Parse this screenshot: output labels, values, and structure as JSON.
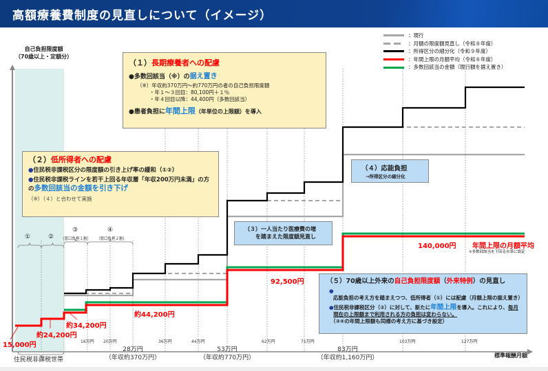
{
  "title": "高額療養費制度の見直しについて（イメージ）",
  "legend": [
    {
      "label": "：現行",
      "color": "#a6a6a6",
      "style": "solid"
    },
    {
      "label": "：月額の限度額見直し（令和８年度）",
      "color": "#a6a6a6",
      "style": "dashed"
    },
    {
      "label": "：所得区分の細分化（令和９年度）",
      "color": "#000000",
      "style": "solid"
    },
    {
      "label": "：年間上限の月額平均（令和８年度）",
      "color": "#ff0000",
      "style": "solid"
    },
    {
      "label": "：多数回該当の金額（現行額を据え置き）",
      "color": "#00a550",
      "style": "solid"
    }
  ],
  "y_axis_label": [
    "自己負担限度額",
    "（70歳以上・定額分）"
  ],
  "x_axis_label": "標準報酬月額",
  "box1": {
    "heading_num": "（１）",
    "heading": "長期療養者への配慮",
    "b1_pre": "●多数回該当（※）の",
    "b1_em": "据え置き",
    "note1": "（※）年収約370万円～約770万円の者の自己負担限度額",
    "note2": "・年１～３回目：80,100円＋１％",
    "note3": "・年４回目以降：44,400円（多数回該当）",
    "b2_pre": "●患者負担に",
    "b2_em": "年間上限",
    "b2_post": "（年単位の上限額）を導入"
  },
  "box2": {
    "heading_num": "（２）",
    "heading": "低所得者への配慮",
    "b1": "住民税非課税区分の限度額の引き上げ率の緩和（①②）",
    "b2_pre": "住民税非課税ラインを若干上回る年収層「年収200万円未満」の方の",
    "b2_em": "多数回該当の金額を引き下げ",
    "note": "（※）（４）と合わせて実施"
  },
  "box3": {
    "line1": "（３）一人当たり医療費の増",
    "line2": "を踏まえた限度額見直し"
  },
  "box4": {
    "heading": "（４）応能負担",
    "sub": "→所得区分の細分化"
  },
  "box5": {
    "h_pre": "（５）70歳以上外来の",
    "h_em1": "自己負担限度額",
    "h_mid": "（",
    "h_em2": "外来特例",
    "h_post": "）の見直し",
    "b1": "応能負担の考え方を踏まえつつ、低所得者（①）には配慮（月額上限の据え置き）",
    "b2_pre": "住民税非課税区分（②）に対して、新たに",
    "b2_em": "年間上限",
    "b2_mid": "を導入。これにより、",
    "b2_ul": "毎月現在の上限額まで利用される方の負担は変わらない。",
    "b2_note": "（③④の年間上限額も同様の考え方に基づき設定）"
  },
  "brackets": {
    "c1": "①",
    "c2": "②",
    "c3": "③",
    "c3_sub": "（窓口負担１割）",
    "c4": "④",
    "c4_sub": "（窓口負担２割）"
  },
  "values": {
    "v1": "15,000円",
    "v2": "約24,200円",
    "v3": "約34,200円",
    "v4": "約44,200円",
    "v5": "92,500円",
    "v6": "140,000円",
    "annual_label": "年間上限の月額平均",
    "annual_note": "※多数回該当を下回る水準に設定"
  },
  "ticks": [
    "16万円",
    "20万円",
    "36万円",
    "44万円",
    "62万円",
    "71万円",
    "103万円",
    "127万円"
  ],
  "major": [
    {
      "top": "28万円",
      "bottom": "（年収約370万円）"
    },
    {
      "top": "53万円",
      "bottom": "（年収約770万円）"
    },
    {
      "top": "83万円",
      "bottom": "（年収約1,160万円）"
    }
  ],
  "household": "住民税非課税世帯"
}
